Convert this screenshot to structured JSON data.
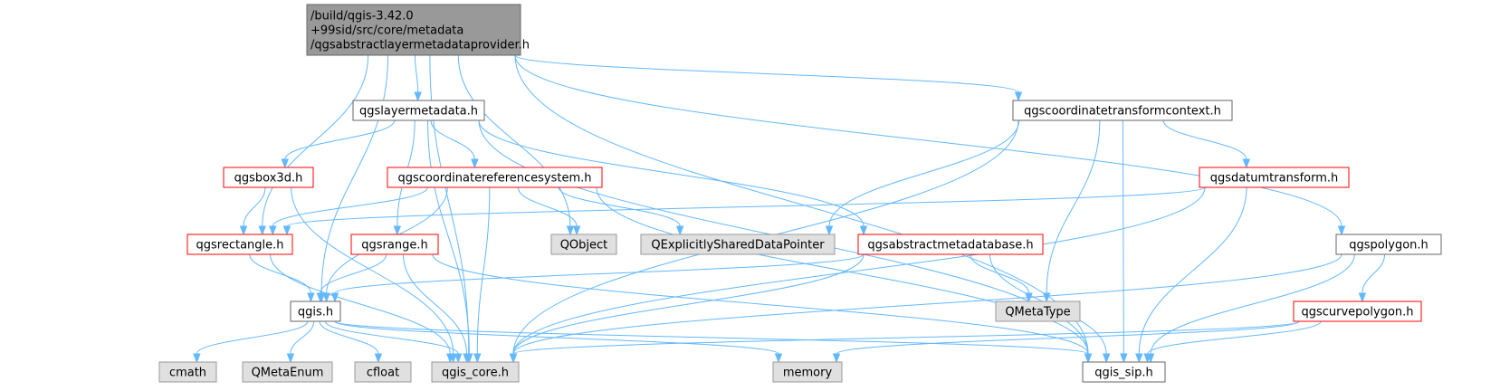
{
  "colors": {
    "edge": "#63b8ff",
    "root_fill": "#999999",
    "root_border": "#666666",
    "normal_fill": "#ffffff",
    "normal_border": "#666666",
    "red_border": "#ff0000",
    "external_fill": "#e0e0e0",
    "external_border": "#999999",
    "text": "#000000"
  },
  "graph": {
    "type": "include-dependency-graph",
    "nodes": [
      {
        "id": "root",
        "style": "root",
        "lines": [
          "/build/qgis-3.42.0",
          "+99sid/src/core/metadata",
          "/qgsabstractlayermetadataprovider.h"
        ]
      },
      {
        "id": "layermetadata",
        "style": "normal",
        "lines": [
          "qgslayermetadata.h"
        ]
      },
      {
        "id": "coordtransformctx",
        "style": "normal",
        "lines": [
          "qgscoordinatetransformcontext.h"
        ]
      },
      {
        "id": "box3d",
        "style": "red",
        "lines": [
          "qgsbox3d.h"
        ]
      },
      {
        "id": "crs",
        "style": "red",
        "lines": [
          "qgscoordinatereferencesystem.h"
        ]
      },
      {
        "id": "datumtransform",
        "style": "red",
        "lines": [
          "qgsdatumtransform.h"
        ]
      },
      {
        "id": "rectangle",
        "style": "red",
        "lines": [
          "qgsrectangle.h"
        ]
      },
      {
        "id": "range",
        "style": "red",
        "lines": [
          "qgsrange.h"
        ]
      },
      {
        "id": "qobject",
        "style": "external",
        "lines": [
          "QObject"
        ]
      },
      {
        "id": "qexplicit",
        "style": "external",
        "lines": [
          "QExplicitlySharedDataPointer"
        ]
      },
      {
        "id": "abstractmetadatabase",
        "style": "red",
        "lines": [
          "qgsabstractmetadatabase.h"
        ]
      },
      {
        "id": "polygon",
        "style": "normal",
        "lines": [
          "qgspolygon.h"
        ]
      },
      {
        "id": "qgis",
        "style": "normal",
        "lines": [
          "qgis.h"
        ]
      },
      {
        "id": "qmetatype",
        "style": "external",
        "lines": [
          "QMetaType"
        ]
      },
      {
        "id": "curvepolygon",
        "style": "red",
        "lines": [
          "qgscurvepolygon.h"
        ]
      },
      {
        "id": "cmath",
        "style": "external",
        "lines": [
          "cmath"
        ]
      },
      {
        "id": "qmetaenum",
        "style": "external",
        "lines": [
          "QMetaEnum"
        ]
      },
      {
        "id": "cfloat",
        "style": "external",
        "lines": [
          "cfloat"
        ]
      },
      {
        "id": "qgiscore",
        "style": "external",
        "lines": [
          "qgis_core.h"
        ]
      },
      {
        "id": "memory",
        "style": "external",
        "lines": [
          "memory"
        ]
      },
      {
        "id": "qgissip",
        "style": "normal",
        "lines": [
          "qgis_sip.h"
        ]
      }
    ],
    "edges": [
      [
        "root",
        "layermetadata"
      ],
      [
        "root",
        "coordtransformctx"
      ],
      [
        "root",
        "qobject"
      ],
      [
        "root",
        "polygon"
      ],
      [
        "root",
        "qgissip"
      ],
      [
        "root",
        "rectangle"
      ],
      [
        "root",
        "qgis"
      ],
      [
        "root",
        "qgiscore"
      ],
      [
        "layermetadata",
        "box3d"
      ],
      [
        "layermetadata",
        "crs"
      ],
      [
        "layermetadata",
        "range"
      ],
      [
        "layermetadata",
        "abstractmetadatabase"
      ],
      [
        "layermetadata",
        "qgissip"
      ],
      [
        "layermetadata",
        "qgiscore"
      ],
      [
        "coordtransformctx",
        "datumtransform"
      ],
      [
        "coordtransformctx",
        "qexplicit"
      ],
      [
        "coordtransformctx",
        "qmetatype"
      ],
      [
        "coordtransformctx",
        "qgiscore"
      ],
      [
        "coordtransformctx",
        "qgissip"
      ],
      [
        "box3d",
        "rectangle"
      ],
      [
        "box3d",
        "qgiscore"
      ],
      [
        "crs",
        "rectangle"
      ],
      [
        "crs",
        "qobject"
      ],
      [
        "crs",
        "qexplicit"
      ],
      [
        "crs",
        "qgis"
      ],
      [
        "crs",
        "qgiscore"
      ],
      [
        "crs",
        "qgissip"
      ],
      [
        "datumtransform",
        "rectangle"
      ],
      [
        "datumtransform",
        "qgiscore"
      ],
      [
        "datumtransform",
        "qgissip"
      ],
      [
        "rectangle",
        "qgis"
      ],
      [
        "rectangle",
        "qgiscore"
      ],
      [
        "range",
        "qgis"
      ],
      [
        "range",
        "qgiscore"
      ],
      [
        "range",
        "qgissip"
      ],
      [
        "abstractmetadatabase",
        "qgis"
      ],
      [
        "abstractmetadatabase",
        "qmetatype"
      ],
      [
        "abstractmetadatabase",
        "qgiscore"
      ],
      [
        "abstractmetadatabase",
        "qgissip"
      ],
      [
        "polygon",
        "curvepolygon"
      ],
      [
        "polygon",
        "qgiscore"
      ],
      [
        "polygon",
        "qgissip"
      ],
      [
        "curvepolygon",
        "qgiscore"
      ],
      [
        "curvepolygon",
        "memory"
      ],
      [
        "curvepolygon",
        "qgissip"
      ],
      [
        "qgis",
        "cmath"
      ],
      [
        "qgis",
        "qmetaenum"
      ],
      [
        "qgis",
        "cfloat"
      ],
      [
        "qgis",
        "qgiscore"
      ],
      [
        "qgis",
        "memory"
      ],
      [
        "qgis",
        "qgissip"
      ]
    ]
  }
}
